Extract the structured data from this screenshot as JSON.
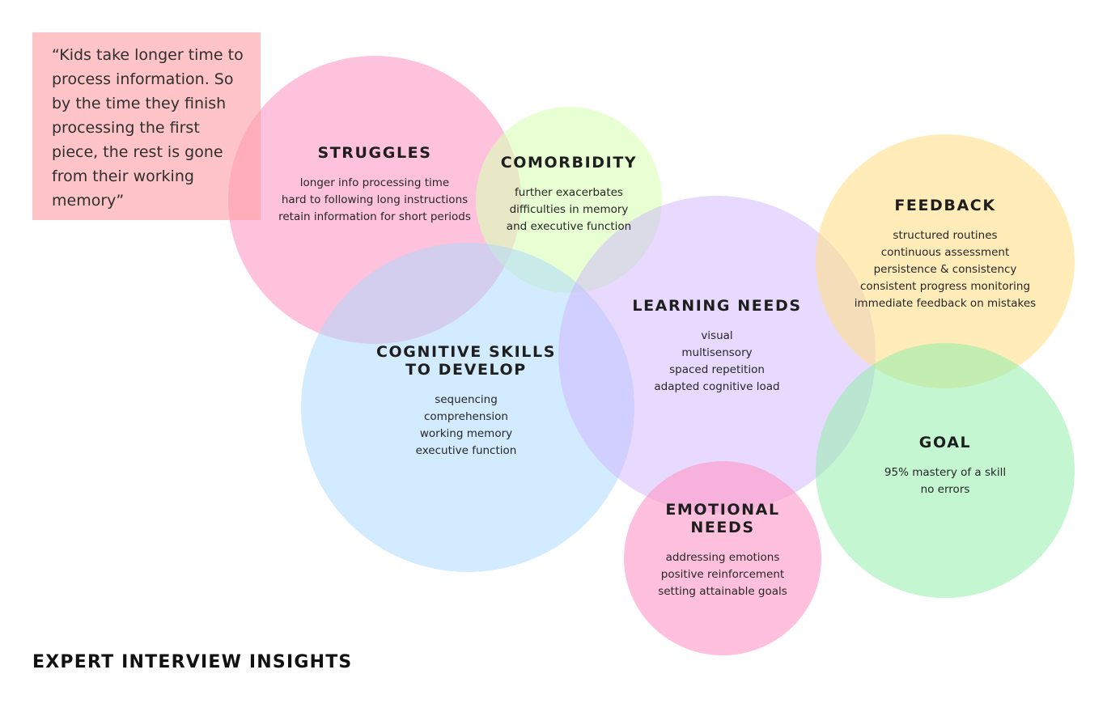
{
  "quote": "“Kids take longer time to\nprocess information. So\nby the time they finish\nprocessing  the first\npiece, the rest is gone\nfrom their working\nmemory”",
  "footer_title": "EXPERT INTERVIEW INSIGHTS",
  "colors": {
    "struggles": "#ff99c4",
    "comorbidity": "#d9ffb8",
    "cognitive": "#a8d8ff",
    "learning": "#cdaeff",
    "feedback": "#ffe08a",
    "goal": "#92eeac",
    "emotional": "#ff99c8",
    "quote_box": "#ffa0a5"
  },
  "topics": {
    "struggles": {
      "title": "STRUGGLES",
      "items": [
        "longer info processing time",
        "hard to following long instructions",
        "retain information for short periods"
      ]
    },
    "comorbidity": {
      "title": "COMORBIDITY",
      "items": [
        "further exacerbates",
        "difficulties in memory",
        "and executive function"
      ]
    },
    "cognitive": {
      "title": "COGNITIVE SKILLS\nTO DEVELOP",
      "items": [
        "sequencing",
        "comprehension",
        "working memory",
        "executive function"
      ]
    },
    "learning": {
      "title": "LEARNING NEEDS",
      "items": [
        "visual",
        "multisensory",
        "spaced repetition",
        "adapted cognitive load"
      ]
    },
    "feedback": {
      "title": "FEEDBACK",
      "items": [
        "structured routines",
        "continuous assessment",
        "persistence & consistency",
        "consistent progress monitoring",
        "immediate feedback on mistakes"
      ]
    },
    "goal": {
      "title": "GOAL",
      "items": [
        "95% mastery of a skill",
        "no errors"
      ]
    },
    "emotional": {
      "title": "EMOTIONAL\nNEEDS",
      "items": [
        "addressing emotions",
        "positive reinforcement",
        "setting attainable goals"
      ]
    }
  }
}
